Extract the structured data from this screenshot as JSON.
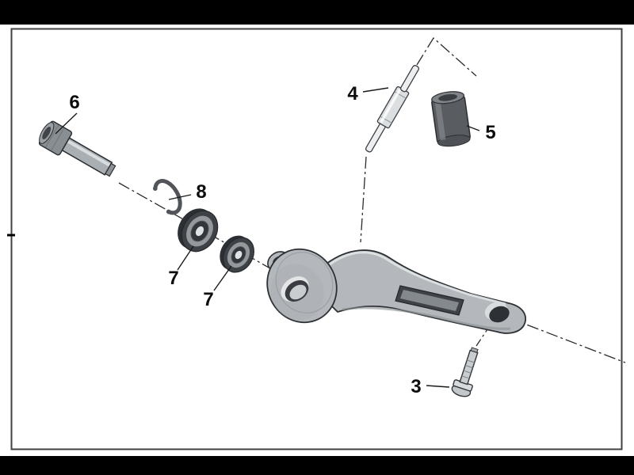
{
  "diagram": {
    "type": "exploded-parts-diagram",
    "callouts": [
      {
        "label": "6"
      },
      {
        "label": "8"
      },
      {
        "label": "7"
      },
      {
        "label": "7"
      },
      {
        "label": "4"
      },
      {
        "label": "5"
      },
      {
        "label": "3"
      }
    ],
    "colors": {
      "letterbox": "#000000",
      "background": "#ffffff",
      "frame_border": "#414141",
      "line": "#1a1a1a",
      "part_light": "#b4b8bc",
      "part_dark": "#46494d"
    }
  }
}
